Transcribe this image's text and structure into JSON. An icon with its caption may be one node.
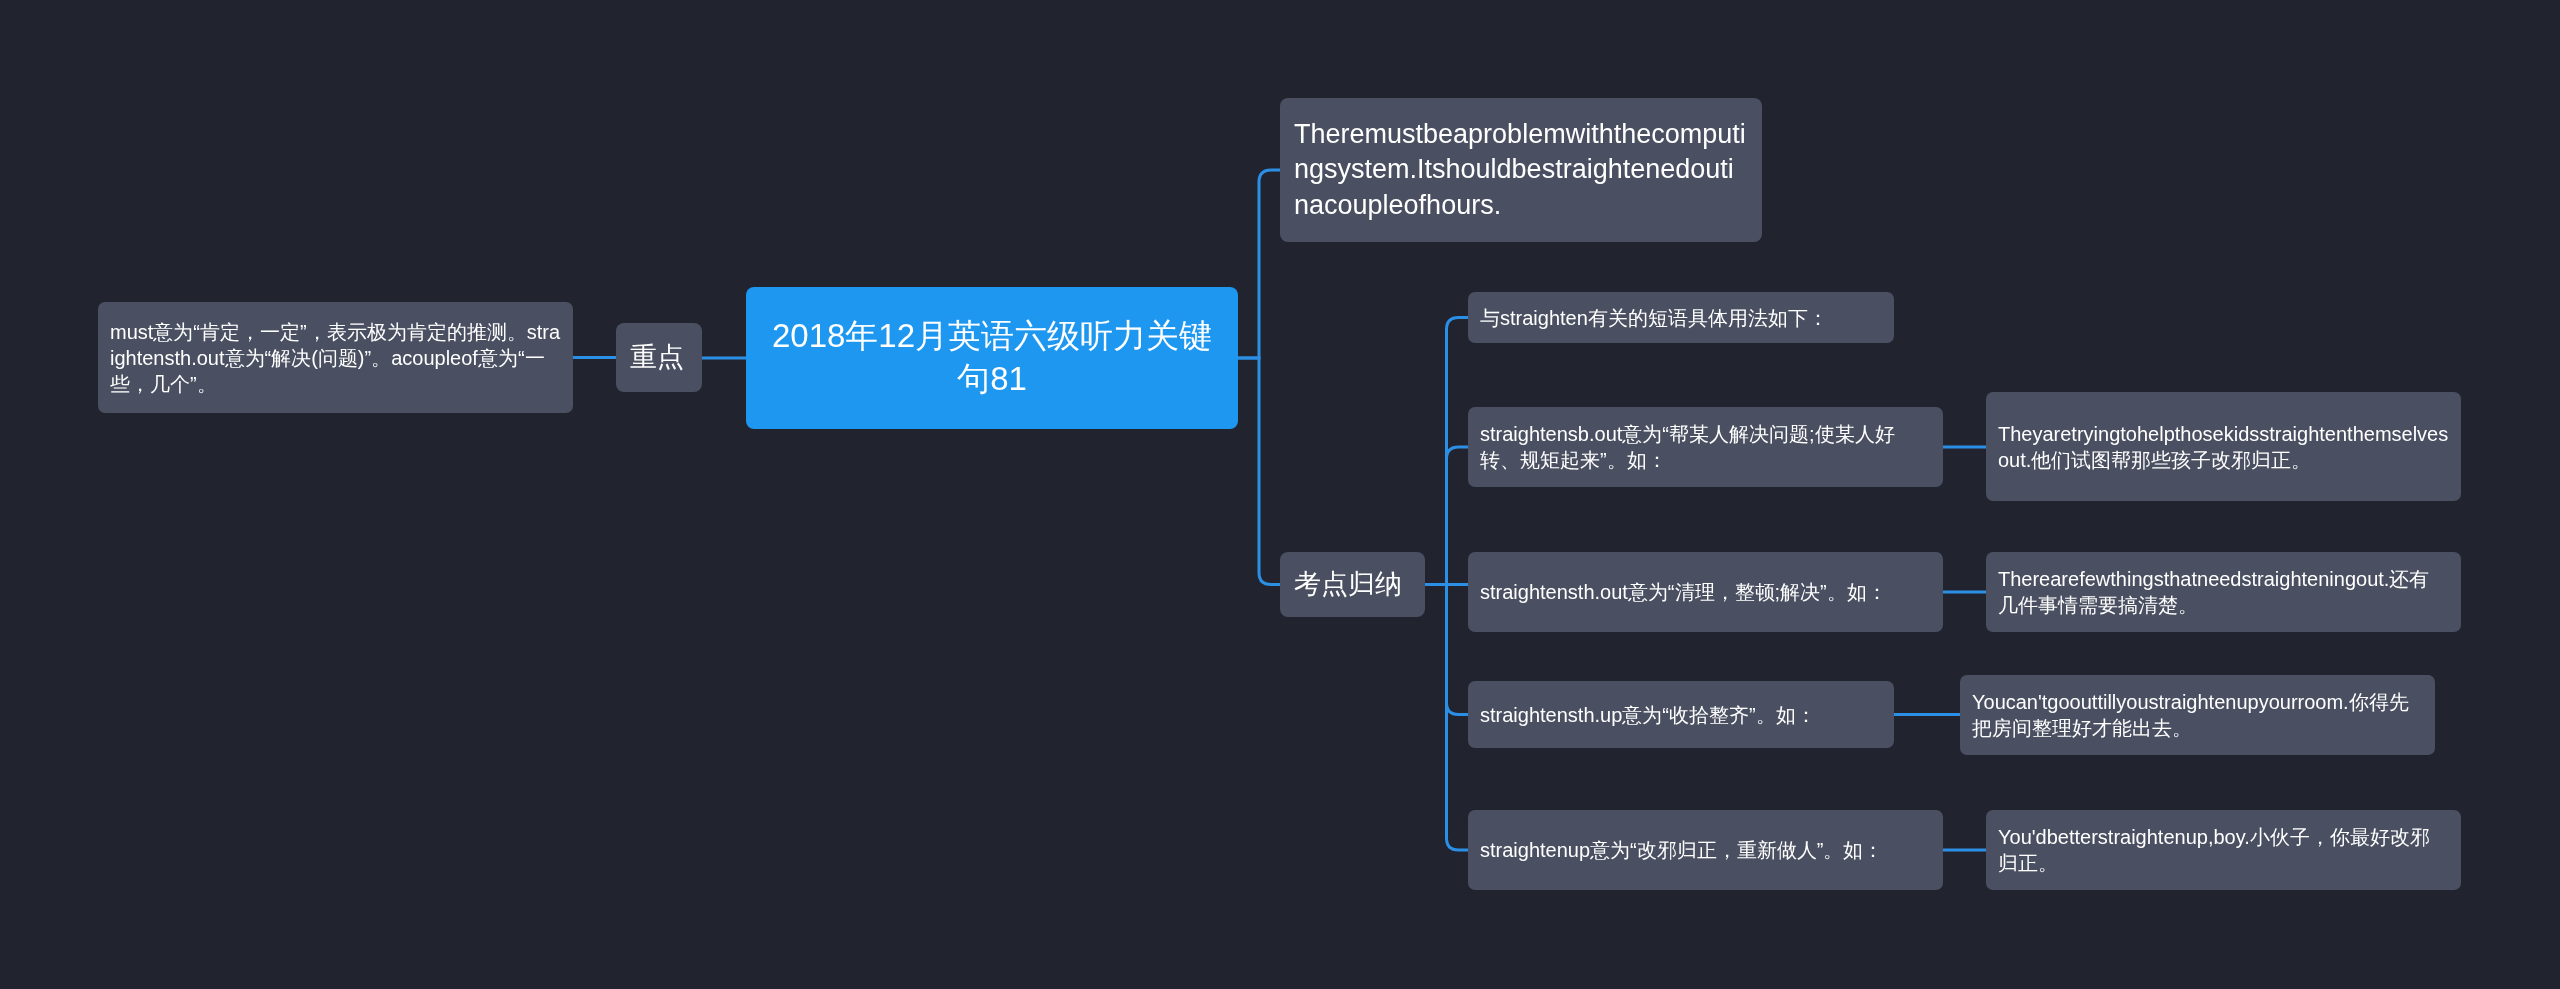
{
  "diagram": {
    "nodes": [
      {
        "text": [
          "2018年12月英语六级听力关键句81"
        ]
      },
      {
        "text": [
          "重点"
        ]
      },
      {
        "text": [
          "must意为“肯定，一定”，表示极为肯定的推测。straightensth.out意为“解决(问题)”。acoupleof意为“一些，几个”。"
        ]
      },
      {
        "text": [
          "Theremustbeaproblemwiththecomputingsystem.Itshouldbestraightenedoutinacoupleofhours."
        ]
      },
      {
        "text": [
          "考点归纳"
        ]
      },
      {
        "text": [
          "与straighten有关的短语具体用法如下："
        ]
      },
      {
        "text": [
          "straightensb.out意为“帮某人解决问题;使某人好转、规矩起来”。如："
        ]
      },
      {
        "text": [
          "Theyaretryingtohelpthosekidsstraightenthemselvesout.他们试图帮那些孩子改邪归正。"
        ]
      },
      {
        "text": [
          "straightensth.out意为“清理，整顿;解决”。如："
        ]
      },
      {
        "text": [
          "Therearefewthingsthatneedstraighteningout.还有几件事情需要搞清楚。"
        ]
      },
      {
        "text": [
          "straightensth.up意为“收拾整齐”。如："
        ]
      },
      {
        "text": [
          "Youcan'tgoouttillyoustraightenupyourroom.你得先把房间整理好才能出去。"
        ]
      },
      {
        "text": [
          "straightenup意为“改邪归正，重新做人”。如："
        ]
      },
      {
        "text": [
          "You'dbetterstraightenup,boy.小伙子，你最好改邪归正。"
        ]
      }
    ],
    "edges": [
      {
        "from": 0,
        "to": 1,
        "arrow": "none"
      },
      {
        "from": 1,
        "to": 2,
        "arrow": "none"
      },
      {
        "from": 0,
        "to": 3,
        "arrow": "none"
      },
      {
        "from": 0,
        "to": 4,
        "arrow": "none"
      },
      {
        "from": 4,
        "to": 5,
        "arrow": "none"
      },
      {
        "from": 4,
        "to": 6,
        "arrow": "none"
      },
      {
        "from": 6,
        "to": 7,
        "arrow": "none"
      },
      {
        "from": 4,
        "to": 8,
        "arrow": "none"
      },
      {
        "from": 8,
        "to": 9,
        "arrow": "none"
      },
      {
        "from": 4,
        "to": 10,
        "arrow": "none"
      },
      {
        "from": 10,
        "to": 11,
        "arrow": "none"
      },
      {
        "from": 4,
        "to": 12,
        "arrow": "none"
      },
      {
        "from": 12,
        "to": 13,
        "arrow": "none"
      }
    ]
  }
}
